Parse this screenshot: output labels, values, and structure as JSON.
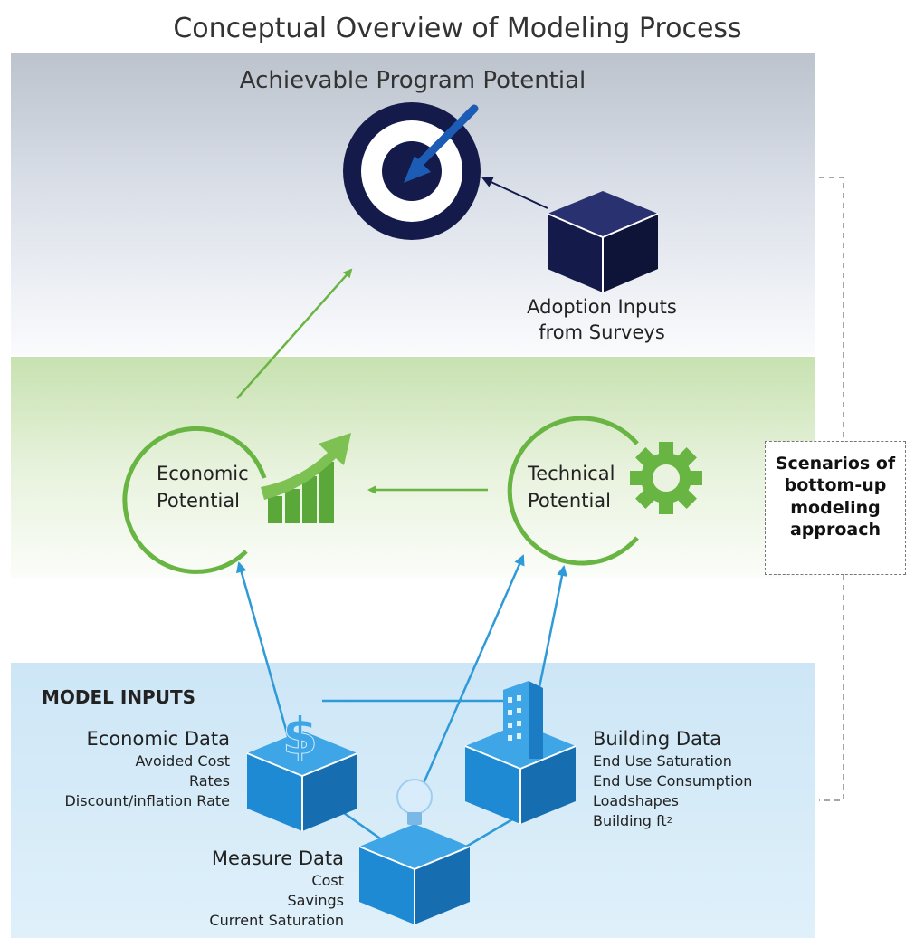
{
  "title": "Conceptual Overview of Modeling Process",
  "top_band": {
    "title": "Achievable Program Potential"
  },
  "adoption": {
    "line1": "Adoption Inputs",
    "line2": "from Surveys"
  },
  "economic_potential": {
    "line1": "Economic",
    "line2": "Potential"
  },
  "technical_potential": {
    "line1": "Technical",
    "line2": "Potential"
  },
  "model_inputs": {
    "heading": "MODEL INPUTS"
  },
  "economic_data": {
    "title": "Economic Data",
    "items": [
      "Avoided Cost",
      "Rates",
      "Discount/inflation Rate"
    ]
  },
  "building_data": {
    "title": "Building Data",
    "items": [
      "End Use Saturation",
      "End Use Consumption",
      "Loadshapes",
      "Building ft"
    ],
    "superscript": "2"
  },
  "measure_data": {
    "title": "Measure Data",
    "items": [
      "Cost",
      "Savings",
      "Current Saturation"
    ]
  },
  "scenarios": {
    "line1": "Scenarios of",
    "line2": "bottom-up",
    "line3": "modeling",
    "line4": "approach"
  },
  "colors": {
    "green": "#69b543",
    "blue": "#2e9ad8",
    "navy": "#141a4a",
    "dart": "#1d5cb5",
    "bracket": "#888888"
  }
}
